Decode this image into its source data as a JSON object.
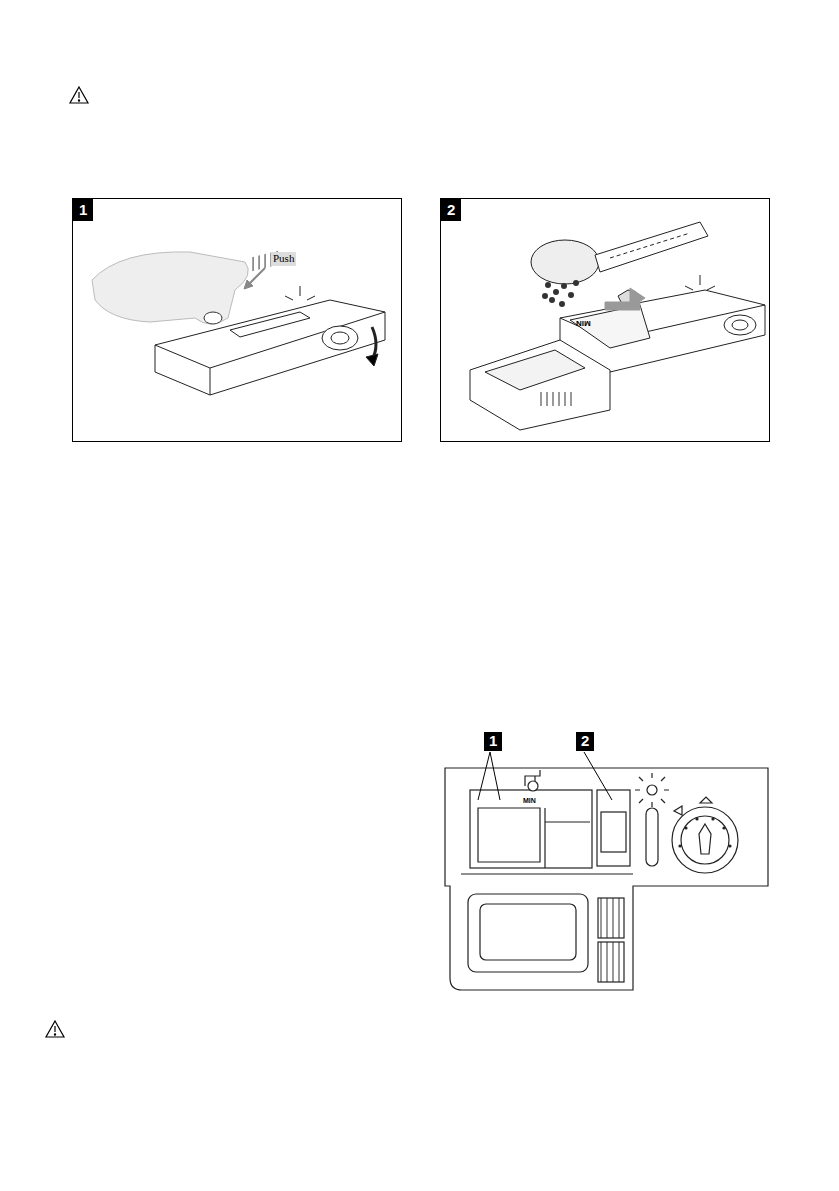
{
  "diagram": {
    "nodes": [
      {
        "text": [
          "1"
        ]
      },
      {
        "text": [
          "2"
        ]
      }
    ],
    "labels": [
      "Push",
      "MIN",
      "1",
      "2",
      "MIN"
    ]
  }
}
